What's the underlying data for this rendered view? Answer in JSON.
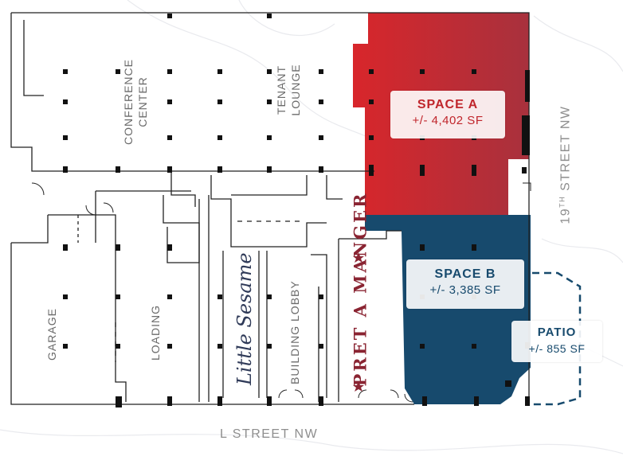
{
  "rooms": {
    "conference_center": "CONFERENCE CENTER",
    "conference_line1": "CONFERENCE",
    "conference_line2": "CENTER",
    "tenant_lounge_line1": "TENANT",
    "tenant_lounge_line2": "LOUNGE",
    "garage": "GARAGE",
    "loading": "LOADING",
    "building_lobby": "BUILDING LOBBY"
  },
  "tenants": {
    "little_sesame": "Little Sesame",
    "pret_a_manger": "PRET A MANGER"
  },
  "spaces": [
    {
      "name": "SPACE A",
      "area": "+/- 4,402 SF",
      "color": "#c0262c"
    },
    {
      "name": "SPACE B",
      "area": "+/- 3,385 SF",
      "color": "#174a6d"
    },
    {
      "name": "PATIO",
      "area": "+/- 855 SF",
      "color": "#174a6d"
    }
  ],
  "streets": {
    "bottom": "L STREET NW",
    "right_prefix": "19",
    "right_sup": "TH",
    "right_suffix": " STREET NW"
  },
  "colors": {
    "space_a": "#c0262c",
    "space_b": "#174a6d",
    "walls": "#222222"
  }
}
